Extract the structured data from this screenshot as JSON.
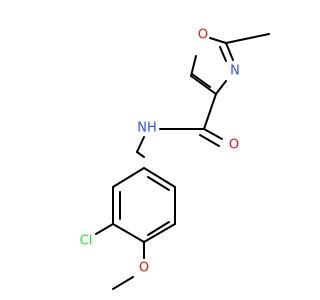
{
  "colors": {
    "bond": "#000000",
    "oxygen": "#ff0d0d",
    "nitrogen": "#3050f8",
    "chlorine": "#1ff01f",
    "background": "#ffffff"
  },
  "atoms": {
    "ring_oxygen": "O",
    "ring_nitrogen": "N",
    "amide_oxygen": "O",
    "amide_nitrogen": "NH",
    "chlorine": "Cl",
    "methoxy_oxygen": "O"
  }
}
